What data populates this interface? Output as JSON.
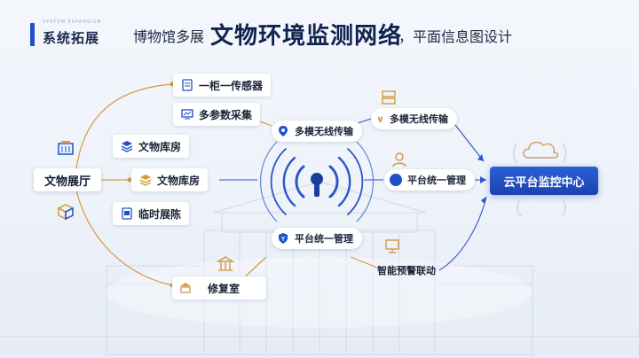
{
  "header": {
    "section_sub": "SYSTEM EXPANSION",
    "section_title": "系统拓展",
    "title_prefix": "博物馆多展",
    "title_main": "文物环境监测网络",
    "title_suffix": "，平面信息图设计"
  },
  "nodes": {
    "hall": "文物展厅",
    "cabinet_sensor": "一柜一传感器",
    "multi_param": "多参数采集",
    "storage_1": "文物库房",
    "storage_2": "文物库房",
    "temp_exhibit": "临时展陈",
    "restoration": "修复室",
    "wireless_left": "多模无线传输",
    "wireless_right": "多模无线传输",
    "platform_mid": "平台统一管理",
    "platform_bottom": "平台统一管理",
    "alarm": "智能预警联动",
    "cloud_center": "云平台监控中心"
  },
  "colors": {
    "primary_blue": "#1f4fc9",
    "accent_gold": "#d39a3e",
    "line_blue": "#2a55c8"
  },
  "icons": [
    "clipboard-icon",
    "monitor-icon",
    "layers-icon",
    "gift-box-icon",
    "tablet-icon",
    "building-icon",
    "box-stack-icon",
    "museum-icon",
    "location-pin-icon",
    "bank-icon",
    "person-icon",
    "pc-icon",
    "shield-icon",
    "cloud-icon",
    "wifi-signal-icon"
  ]
}
